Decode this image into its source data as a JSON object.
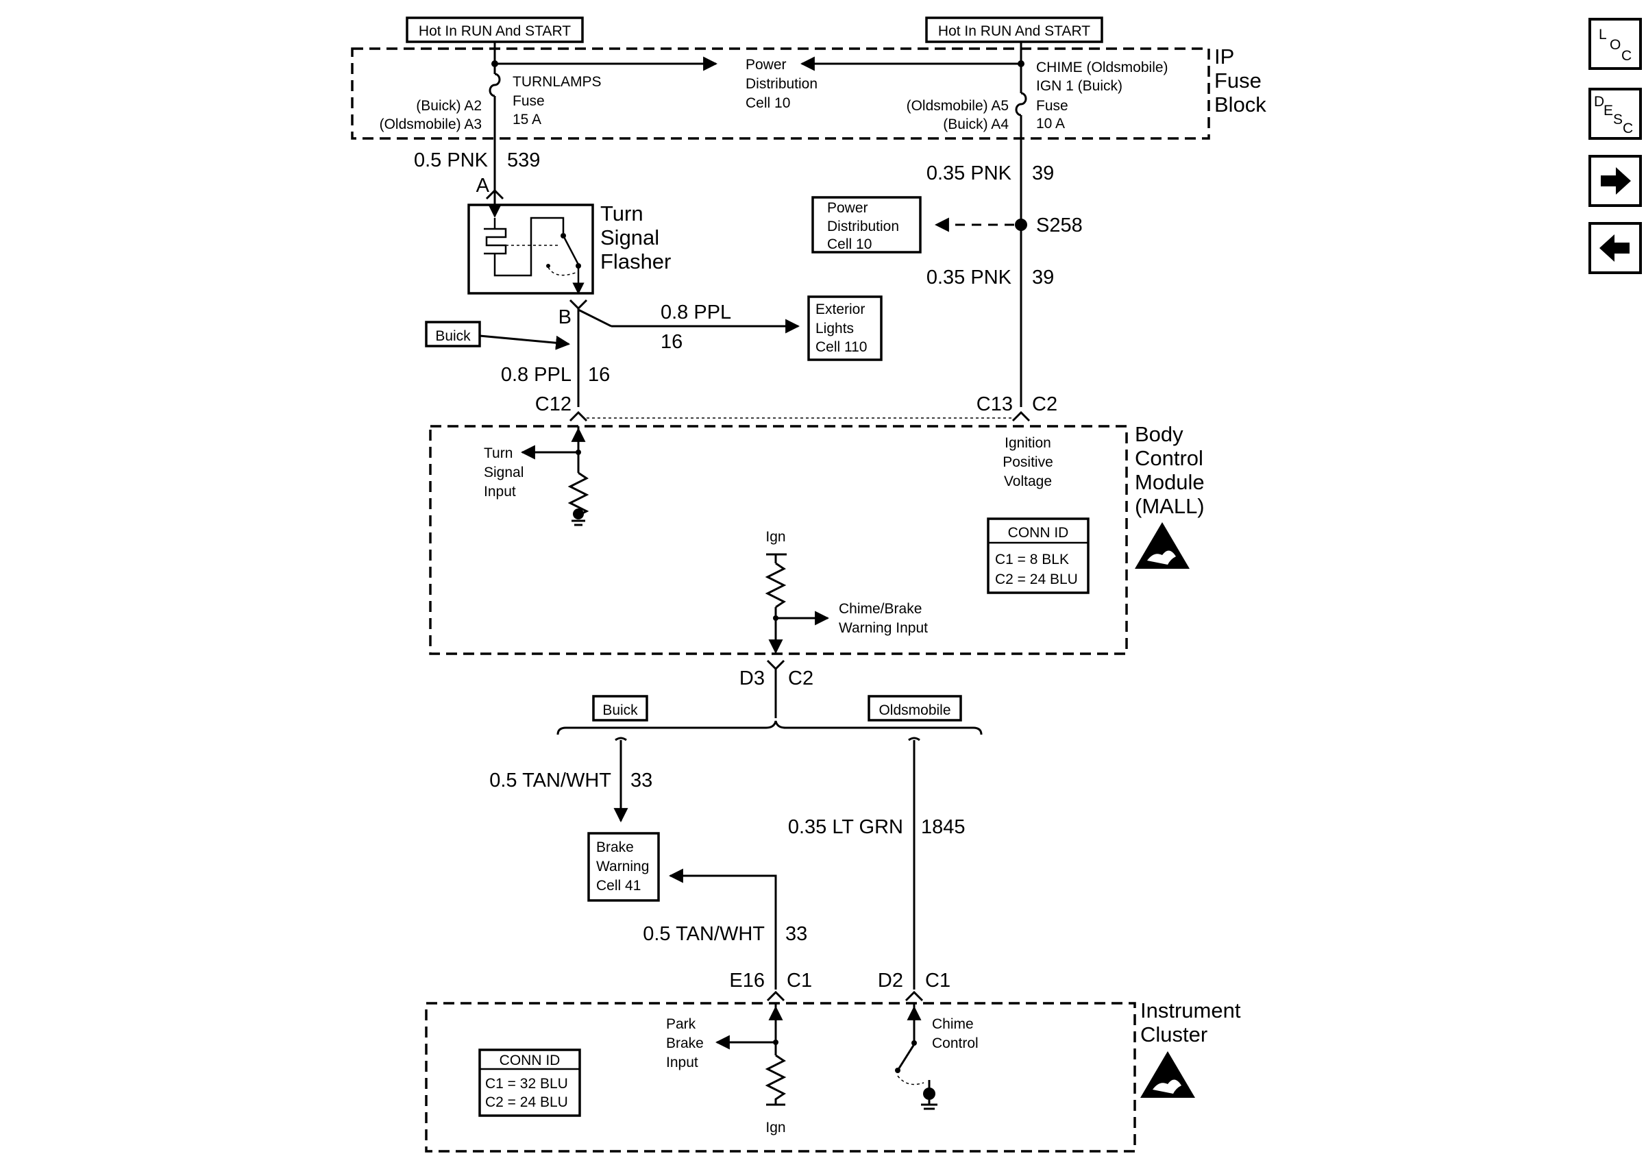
{
  "tags": {
    "hot_left": "Hot In RUN And START",
    "hot_right": "Hot In RUN And START",
    "buick_flasher": "Buick",
    "buick_branch": "Buick",
    "olds_branch": "Oldsmobile"
  },
  "fuse_block": {
    "title_1": "IP",
    "title_2": "Fuse",
    "title_3": "Block",
    "turnlamps_1": "TURNLAMPS",
    "turnlamps_2": "Fuse",
    "turnlamps_3": "15 A",
    "turnlamps_pin_1": "(Buick)  A2",
    "turnlamps_pin_2": "(Oldsmobile)  A3",
    "pdc_1": "Power",
    "pdc_2": "Distribution",
    "pdc_3": "Cell 10",
    "chime_1": "CHIME (Oldsmobile)",
    "chime_2": "IGN 1 (Buick)",
    "chime_3": "Fuse",
    "chime_4": "10 A",
    "chime_pin_1": "(Oldsmobile)  A5",
    "chime_pin_2": "(Buick)  A4"
  },
  "wires": {
    "w539_size": "0.5 PNK",
    "w539_num": "539",
    "w39a_size": "0.35 PNK",
    "w39a_num": "39",
    "w39b_size": "0.35 PNK",
    "w39b_num": "39",
    "w16a_size": "0.8 PPL",
    "w16a_num": "16",
    "w16b_size": "0.8 PPL",
    "w16b_num": "16",
    "w33a_size": "0.5 TAN/WHT",
    "w33a_num": "33",
    "w33b_size": "0.5 TAN/WHT",
    "w33b_num": "33",
    "w1845_size": "0.35 LT GRN",
    "w1845_num": "1845"
  },
  "flasher": {
    "pin_a": "A",
    "pin_b": "B",
    "label_1": "Turn",
    "label_2": "Signal",
    "label_3": "Flasher"
  },
  "splice": {
    "label": "S258"
  },
  "refs": {
    "pdc_1": "Power",
    "pdc_2": "Distribution",
    "pdc_3": "Cell 10",
    "ext_1": "Exterior",
    "ext_2": "Lights",
    "ext_3": "Cell 110",
    "brake_1": "Brake",
    "brake_2": "Warning",
    "brake_3": "Cell 41"
  },
  "connectors": {
    "c12": "C12",
    "c13": "C13",
    "c2_top": "C2",
    "d3": "D3",
    "c2_mid": "C2",
    "e16": "E16",
    "c1_left": "C1",
    "d2": "D2",
    "c1_right": "C1"
  },
  "bcm": {
    "title_1": "Body",
    "title_2": "Control",
    "title_3": "Module",
    "title_4": "(MALL)",
    "turn_input_1": "Turn",
    "turn_input_2": "Signal",
    "turn_input_3": "Input",
    "ign_pos_1": "Ignition",
    "ign_pos_2": "Positive",
    "ign_pos_3": "Voltage",
    "ign": "Ign",
    "chime_brake_1": "Chime/Brake",
    "chime_brake_2": "Warning Input",
    "conn_id": "CONN ID",
    "conn_c1": "C1 = 8 BLK",
    "conn_c2": "C2 = 24 BLU"
  },
  "cluster": {
    "title_1": "Instrument",
    "title_2": "Cluster",
    "park_1": "Park",
    "park_2": "Brake",
    "park_3": "Input",
    "ign": "Ign",
    "chime_1": "Chime",
    "chime_2": "Control",
    "conn_id": "CONN ID",
    "conn_c1": "C1 = 32 BLU",
    "conn_c2": "C2 = 24 BLU"
  },
  "nav": {
    "loc_l": "L",
    "loc_o": "O",
    "loc_c": "C",
    "desc_d": "D",
    "desc_e": "E",
    "desc_s": "S",
    "desc_c": "C"
  }
}
